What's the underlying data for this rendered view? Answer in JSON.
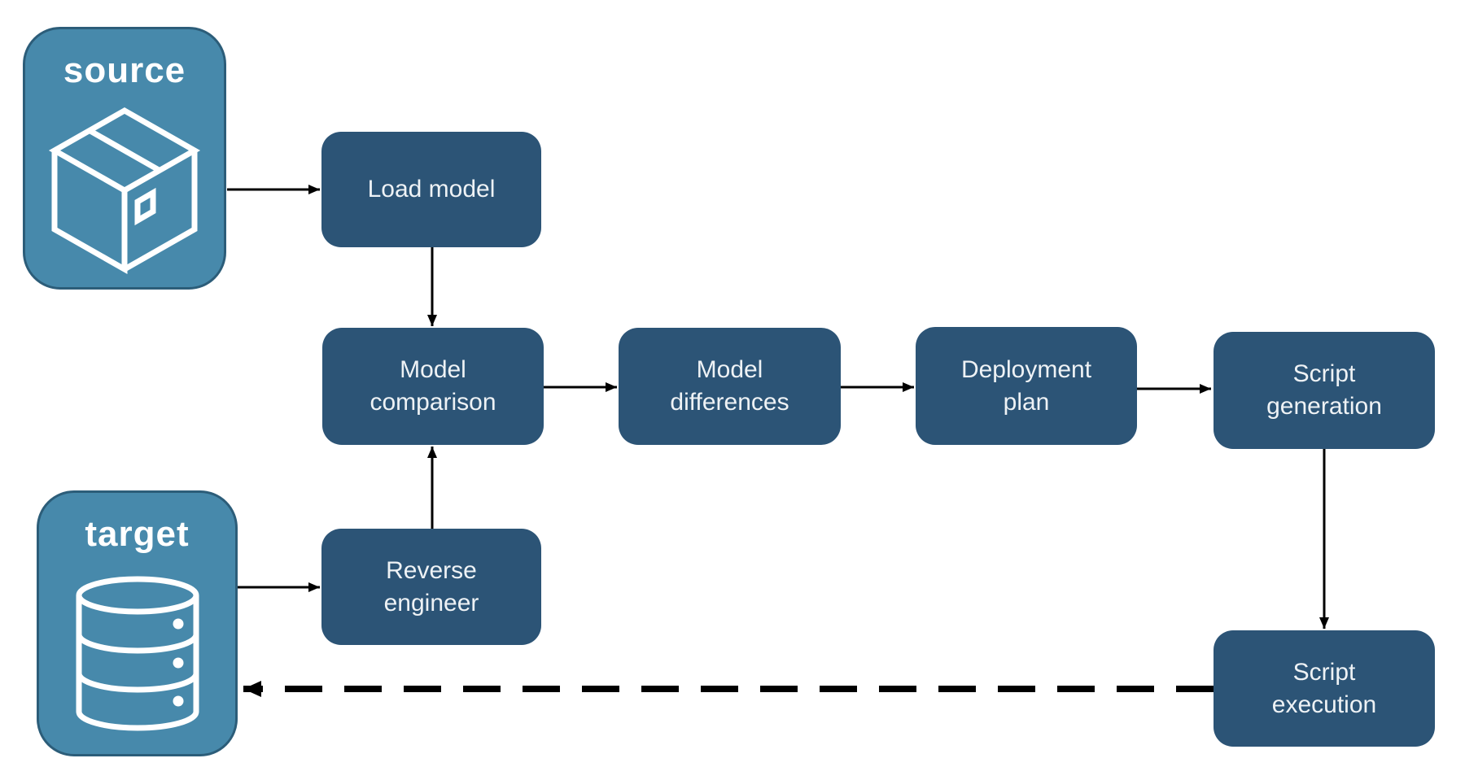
{
  "entities": {
    "source": {
      "label": "source",
      "icon": "package-icon"
    },
    "target": {
      "label": "target",
      "icon": "database-icon"
    }
  },
  "nodes": {
    "load_model": {
      "label": "Load model"
    },
    "model_comparison": {
      "label": "Model comparison"
    },
    "model_differences": {
      "label": "Model differences"
    },
    "deployment_plan": {
      "label": "Deployment plan"
    },
    "script_generation": {
      "label": "Script generation"
    },
    "reverse_engineer": {
      "label": "Reverse engineer"
    },
    "script_execution": {
      "label": "Script execution"
    }
  },
  "edges": [
    {
      "from": "source",
      "to": "load_model",
      "style": "solid"
    },
    {
      "from": "load_model",
      "to": "model_comparison",
      "style": "solid"
    },
    {
      "from": "model_comparison",
      "to": "model_differences",
      "style": "solid"
    },
    {
      "from": "model_differences",
      "to": "deployment_plan",
      "style": "solid"
    },
    {
      "from": "deployment_plan",
      "to": "script_generation",
      "style": "solid"
    },
    {
      "from": "script_generation",
      "to": "script_execution",
      "style": "solid"
    },
    {
      "from": "target",
      "to": "reverse_engineer",
      "style": "solid"
    },
    {
      "from": "reverse_engineer",
      "to": "model_comparison",
      "style": "solid"
    },
    {
      "from": "script_execution",
      "to": "target",
      "style": "dashed"
    }
  ],
  "colors": {
    "page_bg": "#ffffff",
    "node_fill": "#2c5476",
    "entity_fill": "#4789ab",
    "entity_border": "#2c5d79",
    "label_text": "#eef2f5",
    "arrow": "#000000"
  }
}
